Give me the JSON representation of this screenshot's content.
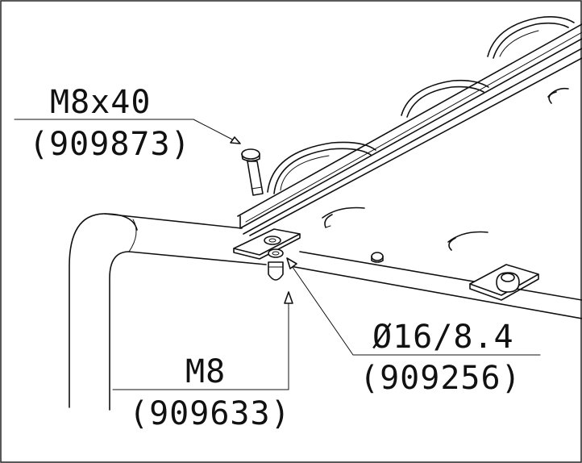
{
  "callouts": {
    "bolt": {
      "size": "M8x40",
      "part": "(909873)"
    },
    "nut": {
      "size": "M8",
      "part": "(909633)"
    },
    "washer": {
      "size": "Ø16/8.4",
      "part": "(909256)"
    }
  },
  "colors": {
    "line": "#111111",
    "background": "#ffffff"
  }
}
